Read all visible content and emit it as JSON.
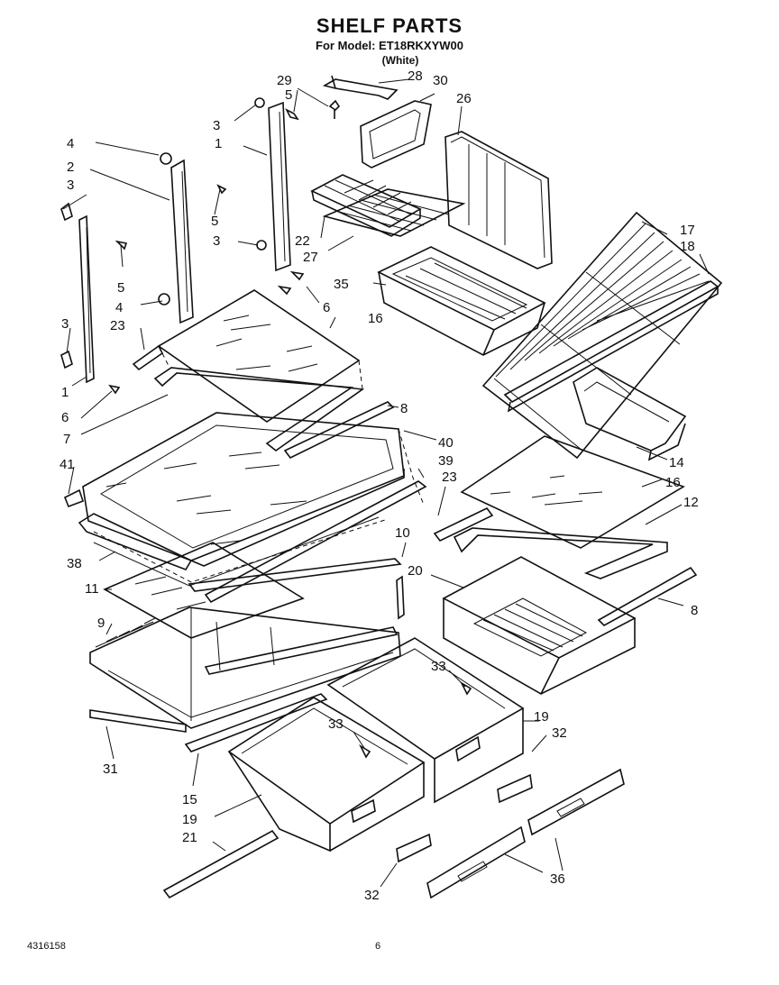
{
  "header": {
    "title": "SHELF PARTS",
    "model_line": "For Model: ET18RKXYW00",
    "color_line": "(White)"
  },
  "footer": {
    "doc_number": "4316158",
    "page_number": "6"
  },
  "callouts": [
    {
      "id": "c29",
      "text": "29"
    },
    {
      "id": "c28",
      "text": "28"
    },
    {
      "id": "c30",
      "text": "30"
    },
    {
      "id": "c26",
      "text": "26"
    },
    {
      "id": "c5a",
      "text": "5"
    },
    {
      "id": "c3a",
      "text": "3"
    },
    {
      "id": "c1a",
      "text": "1"
    },
    {
      "id": "c4a",
      "text": "4"
    },
    {
      "id": "c2",
      "text": "2"
    },
    {
      "id": "c3b",
      "text": "3"
    },
    {
      "id": "c5b",
      "text": "5"
    },
    {
      "id": "c3c",
      "text": "3"
    },
    {
      "id": "c22",
      "text": "22"
    },
    {
      "id": "c27",
      "text": "27"
    },
    {
      "id": "c17",
      "text": "17"
    },
    {
      "id": "c18",
      "text": "18"
    },
    {
      "id": "c5c",
      "text": "5"
    },
    {
      "id": "c35",
      "text": "35"
    },
    {
      "id": "c4b",
      "text": "4"
    },
    {
      "id": "c6a",
      "text": "6"
    },
    {
      "id": "c23a",
      "text": "23"
    },
    {
      "id": "c16a",
      "text": "16"
    },
    {
      "id": "c3d",
      "text": "3"
    },
    {
      "id": "c1b",
      "text": "1"
    },
    {
      "id": "c6b",
      "text": "6"
    },
    {
      "id": "c7",
      "text": "7"
    },
    {
      "id": "c8a",
      "text": "8"
    },
    {
      "id": "c40",
      "text": "40"
    },
    {
      "id": "c14",
      "text": "14"
    },
    {
      "id": "c41",
      "text": "41"
    },
    {
      "id": "c39",
      "text": "39"
    },
    {
      "id": "c23b",
      "text": "23"
    },
    {
      "id": "c16b",
      "text": "16"
    },
    {
      "id": "c12",
      "text": "12"
    },
    {
      "id": "c10",
      "text": "10"
    },
    {
      "id": "c38",
      "text": "38"
    },
    {
      "id": "c20",
      "text": "20"
    },
    {
      "id": "c11",
      "text": "11"
    },
    {
      "id": "c8b",
      "text": "8"
    },
    {
      "id": "c9",
      "text": "9"
    },
    {
      "id": "c33a",
      "text": "33"
    },
    {
      "id": "c33b",
      "text": "33"
    },
    {
      "id": "c19a",
      "text": "19"
    },
    {
      "id": "c32a",
      "text": "32"
    },
    {
      "id": "c31",
      "text": "31"
    },
    {
      "id": "c15",
      "text": "15"
    },
    {
      "id": "c19b",
      "text": "19"
    },
    {
      "id": "c21",
      "text": "21"
    },
    {
      "id": "c36",
      "text": "36"
    },
    {
      "id": "c32b",
      "text": "32"
    }
  ]
}
